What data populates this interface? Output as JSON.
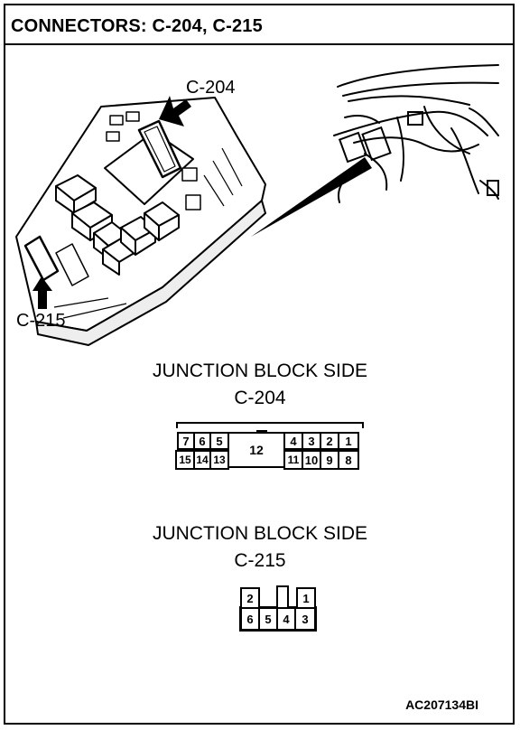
{
  "header": {
    "title": "CONNECTORS: C-204, C-215"
  },
  "illustration": {
    "callout_c204": "C-204",
    "callout_c215": "C-215"
  },
  "connector_c204": {
    "caption_line1": "JUNCTION BLOCK SIDE",
    "caption_line2": "C-204",
    "top_row_left": [
      "7",
      "6",
      "5"
    ],
    "top_row_right": [
      "4",
      "3",
      "2",
      "1"
    ],
    "center_pin": "12",
    "bottom_row_left": [
      "15",
      "14",
      "13"
    ],
    "bottom_row_right": [
      "11",
      "10",
      "9",
      "8"
    ]
  },
  "connector_c215": {
    "caption_line1": "JUNCTION BLOCK SIDE",
    "caption_line2": "C-215",
    "top_row": [
      "2",
      "",
      "1"
    ],
    "bottom_row": [
      "6",
      "5",
      "4",
      "3"
    ]
  },
  "footer": {
    "figure_code": "AC207134BI"
  }
}
